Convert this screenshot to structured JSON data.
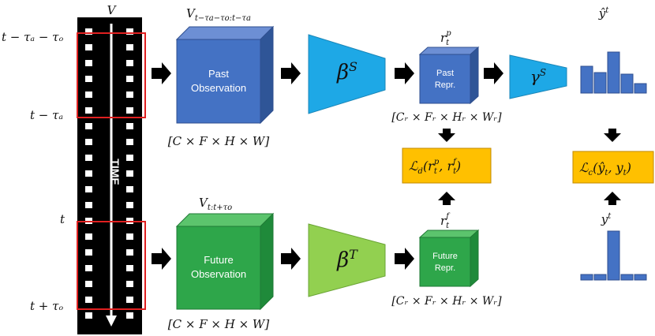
{
  "film": {
    "label": "V",
    "time_label": "TIME",
    "t_labels": {
      "past_start": "t − τₐ − τₒ",
      "past_end": "t − τₐ",
      "future_start": "t",
      "future_end": "t + τₒ"
    }
  },
  "past": {
    "clip_label": "V",
    "clip_sub": "t−τa−τo:t−τa",
    "cube_line1": "Past",
    "cube_line2": "Observation",
    "dims": "[C × F × H × W]",
    "encoder": "β",
    "encoder_sup": "S",
    "repr_label": "r",
    "repr_sub": "t",
    "repr_sup": "p",
    "repr_line1": "Past",
    "repr_line2": "Repr.",
    "repr_dims": "[Cᵣ × Fᵣ × Hᵣ × Wᵣ]",
    "head": "γ",
    "head_sup": "S",
    "pred_label": "ŷ",
    "pred_sup": "t"
  },
  "future": {
    "clip_label": "V",
    "clip_sub": "t:t+τo",
    "cube_line1": "Future",
    "cube_line2": "Observation",
    "dims": "[C × F × H × W]",
    "encoder": "β",
    "encoder_sup": "T",
    "repr_label": "r",
    "repr_sub": "t",
    "repr_sup": "f",
    "repr_line1": "Future",
    "repr_line2": "Repr.",
    "repr_dims": "[Cᵣ × Fᵣ × Hᵣ × Wᵣ]",
    "gt_label": "y",
    "gt_sup": "t"
  },
  "losses": {
    "distill": "ℒ",
    "distill_sub": "d",
    "distill_args": "(r",
    "distill_args_sub": "t",
    "distill_args_sup": "p",
    "distill_args2": ", r",
    "distill_args2_sub": "t",
    "distill_args2_sup": "f",
    "distill_close": ")",
    "cls": "ℒ",
    "cls_sub": "c",
    "cls_args": "(ŷ",
    "cls_args_sub": "t",
    "cls_args2": ", y",
    "cls_args2_sub": "t",
    "cls_close": ")"
  },
  "colors": {
    "blue_cube": "#4472c4",
    "blue_encoder": "#1ea8e6",
    "green_cube": "#2ea64a",
    "green_encoder": "#92d050",
    "loss_box": "#ffc000",
    "highlight": "#e02020"
  }
}
